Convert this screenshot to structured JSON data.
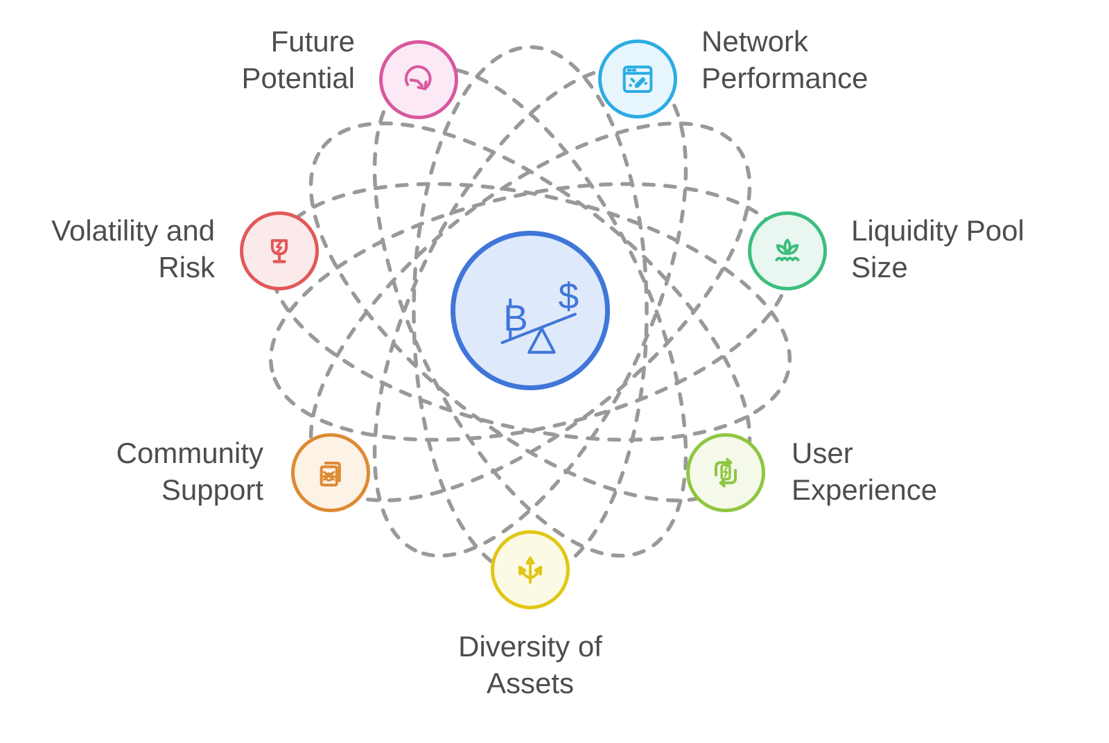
{
  "diagram": {
    "label_color": "#4D4D4D",
    "orbit_style": {
      "count": 7,
      "color": "#999999"
    },
    "center": {
      "icon": "bitcoin-dollar-seesaw-icon",
      "bitcoin_symbol": "B",
      "dollar_symbol": "$",
      "border_color": "#3F76D8",
      "fill_color": "#DEE9FB"
    },
    "nodes": [
      {
        "key": "future",
        "label": "Future\nPotential",
        "icon": "clock-forward-icon",
        "border_color": "#D8589F",
        "fill_color": "#FBE9F5"
      },
      {
        "key": "network",
        "label": "Network\nPerformance",
        "icon": "browser-speedometer-icon",
        "border_color": "#2CACE3",
        "fill_color": "#E7F6FD"
      },
      {
        "key": "liquidity",
        "label": "Liquidity Pool\nSize",
        "icon": "lotus-water-icon",
        "border_color": "#3EBD7E",
        "fill_color": "#E9F7F0"
      },
      {
        "key": "user",
        "label": "User\nExperience",
        "icon": "battery-recycle-icon",
        "border_color": "#8FC640",
        "fill_color": "#F4F9E9"
      },
      {
        "key": "diversity",
        "label": "Diversity of\nAssets",
        "icon": "branching-arrows-icon",
        "border_color": "#E0C716",
        "fill_color": "#FCFAE4"
      },
      {
        "key": "community",
        "label": "Community\nSupport",
        "icon": "bug-document-icon",
        "border_color": "#DD8A33",
        "fill_color": "#FCF2E6"
      },
      {
        "key": "volatility",
        "label": "Volatility and\nRisk",
        "icon": "fragile-glass-icon",
        "border_color": "#E25858",
        "fill_color": "#FBEAEA"
      }
    ]
  }
}
